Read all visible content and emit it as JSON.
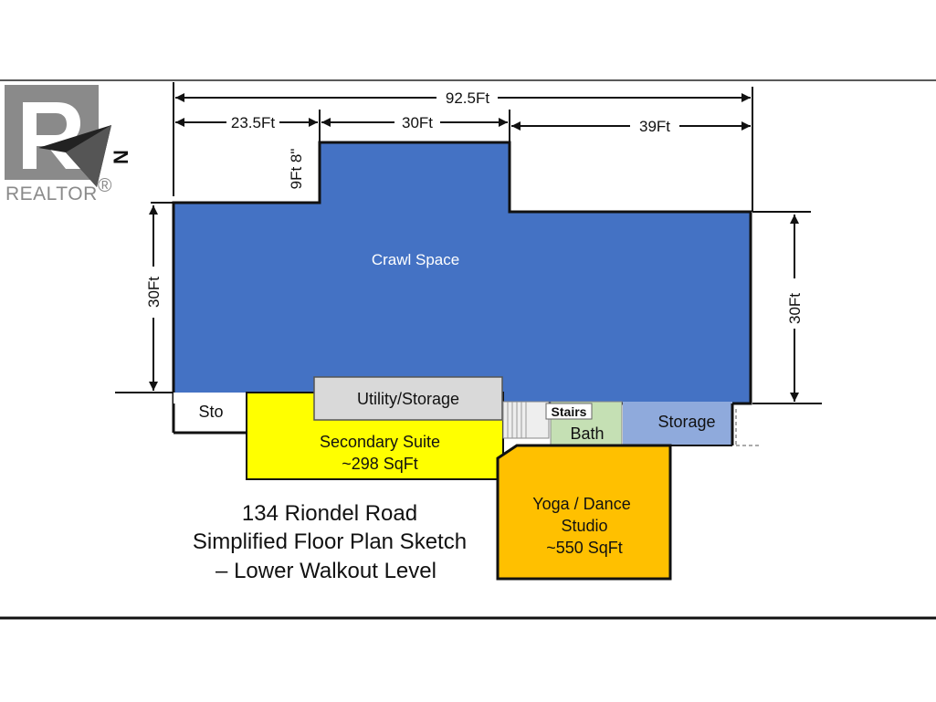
{
  "logo": {
    "brand": "REALTOR",
    "mark": "®"
  },
  "compass": {
    "label": "N"
  },
  "dimensions": {
    "total_width": "92.5Ft",
    "seg_left": "23.5Ft",
    "seg_mid": "30Ft",
    "seg_right": "39Ft",
    "notch": "9Ft 8\"",
    "left_depth": "30Ft",
    "right_depth": "30Ft"
  },
  "rooms": {
    "crawl": "Crawl Space",
    "utility": "Utility/Storage",
    "sto": "Sto",
    "stairs": "Stairs",
    "bath": "Bath",
    "storage": "Storage",
    "suite_name": "Secondary Suite",
    "suite_area": "~298 SqFt",
    "yoga_line1": "Yoga / Dance",
    "yoga_line2": "Studio",
    "yoga_area": "~550 SqFt"
  },
  "title": {
    "line1": "134 Riondel Road",
    "line2": "Simplified Floor Plan Sketch",
    "line3": "– Lower Walkout Level"
  },
  "colors": {
    "crawl": "#4472c4",
    "utility": "#d9d9d9",
    "suite": "#ffff00",
    "bath": "#c5e0b4",
    "storage": "#8faadc",
    "yoga": "#ffc000",
    "logo": "#8a8a8a"
  }
}
